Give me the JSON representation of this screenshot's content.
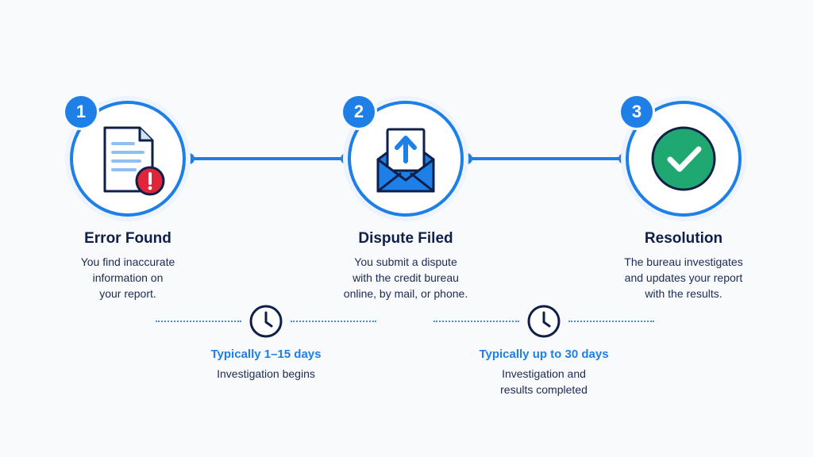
{
  "colors": {
    "accent": "#1e7fe6",
    "navy": "#0f1f4a",
    "alert_red": "#e0243a",
    "success_green": "#1fa971",
    "background": "#f9fafc"
  },
  "steps": [
    {
      "number": "1",
      "icon": "document-error-icon",
      "title": "Error Found",
      "desc": [
        "You find inaccurate",
        "information on",
        "your report."
      ]
    },
    {
      "number": "2",
      "icon": "envelope-upload-icon",
      "title": "Dispute Filed",
      "desc": [
        "You submit a dispute",
        "with the credit bureau",
        "online, by mail, or phone."
      ]
    },
    {
      "number": "3",
      "icon": "checkmark-circle-icon",
      "title": "Resolution",
      "desc": [
        "The bureau investigates",
        "and updates your report",
        "with the results."
      ]
    }
  ],
  "timings": [
    {
      "icon": "clock-icon",
      "label": "Typically 1–15 days",
      "desc": [
        "Investigation begins"
      ]
    },
    {
      "icon": "clock-icon",
      "label": "Typically up to 30 days",
      "desc": [
        "Investigation and",
        "results completed"
      ]
    }
  ]
}
